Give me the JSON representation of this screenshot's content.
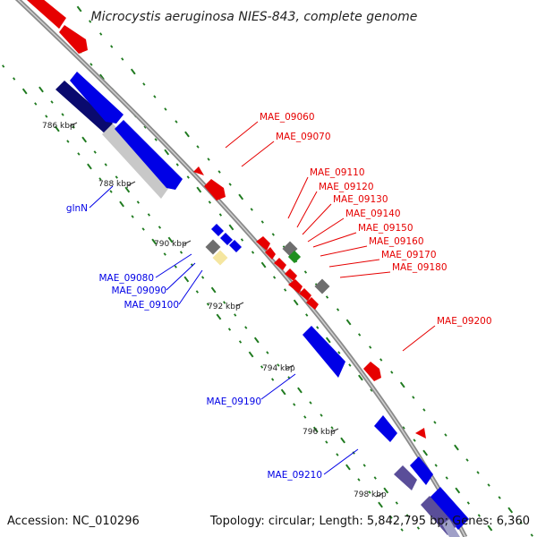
{
  "title": "Microcystis aeruginosa NIES-843, complete genome",
  "accession": "Accession: NC_010296",
  "topology": "Topology: circular; Length: 5,842,795 bp; Genes: 6,360",
  "colors": {
    "forward": "#e60000",
    "reverse": "#0000e6",
    "reverse_dark": "#0a0a6e",
    "gray": "#c8c8c8",
    "dark_gray": "#6e6e6e",
    "green": "#1f8f1f",
    "yellow": "#f5e6a0",
    "purple": "#5a4e99",
    "backbone": "#a0a0a0",
    "gc_skew": "#1f7a1f"
  },
  "ticks": [
    "786 kbp",
    "788 kbp",
    "790 kbp",
    "792 kbp",
    "794 kbp",
    "796 kbp",
    "798 kbp"
  ],
  "forward_labels": [
    "MAE_09060",
    "MAE_09070",
    "MAE_09110",
    "MAE_09120",
    "MAE_09130",
    "MAE_09140",
    "MAE_09150",
    "MAE_09160",
    "MAE_09170",
    "MAE_09180",
    "MAE_09200"
  ],
  "reverse_labels": [
    "glnN",
    "MAE_09080",
    "MAE_09090",
    "MAE_09100",
    "MAE_09190",
    "MAE_09210"
  ]
}
